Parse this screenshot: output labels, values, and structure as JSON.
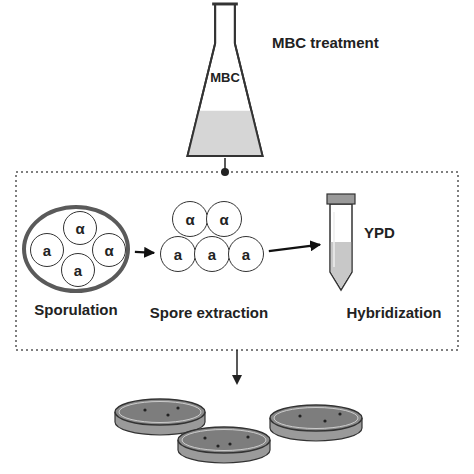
{
  "diagram": {
    "nodes": [
      {
        "text": [
          "MBC"
        ]
      },
      {
        "text": [
          "Sporulation"
        ]
      },
      {
        "text": [
          "α"
        ],
        "in": 1
      },
      {
        "text": [
          "a"
        ],
        "in": 1
      },
      {
        "text": [
          "α"
        ],
        "in": 1
      },
      {
        "text": [
          "a"
        ],
        "in": 1
      },
      {
        "text": [
          "α"
        ]
      },
      {
        "text": [
          "α"
        ]
      },
      {
        "text": [
          "a"
        ]
      },
      {
        "text": [
          "a"
        ]
      },
      {
        "text": [
          "a"
        ]
      },
      {
        "text": [
          "YPD"
        ]
      }
    ],
    "edges": [
      {
        "from": 1,
        "to": 8,
        "arrow": "to"
      },
      {
        "from": 10,
        "to": 11,
        "arrow": "to"
      }
    ],
    "labels": [
      "MBC treatment",
      "Spore extraction",
      "Hybridization"
    ]
  }
}
